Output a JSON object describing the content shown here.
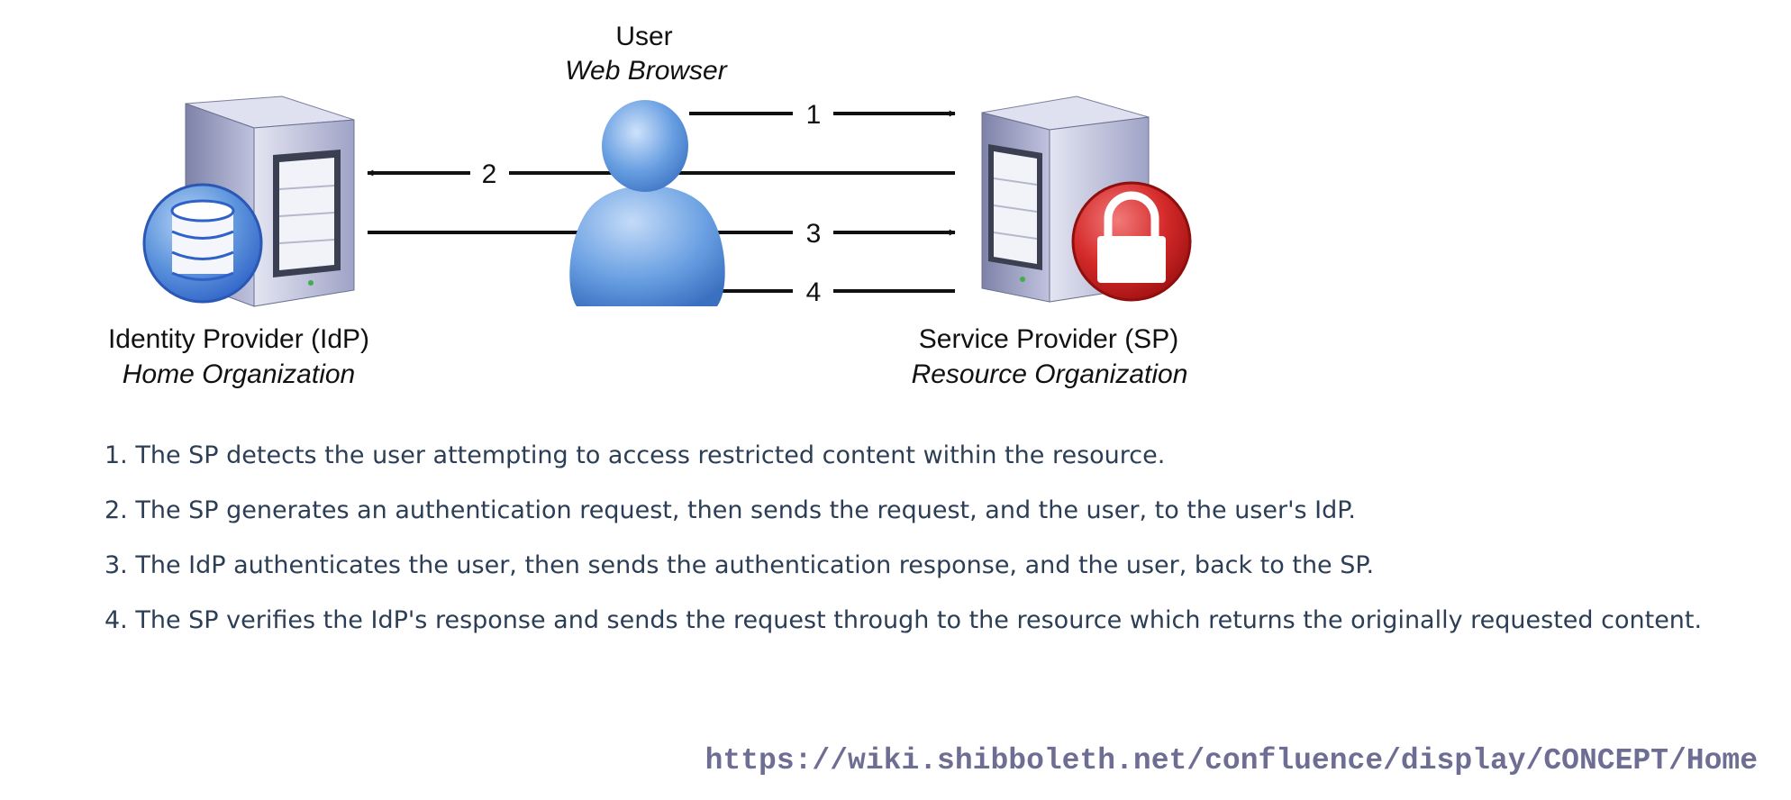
{
  "diagram": {
    "user": {
      "title": "User",
      "subtitle": "Web Browser"
    },
    "idp": {
      "title": "Identity Provider (IdP)",
      "subtitle": "Home Organization"
    },
    "sp": {
      "title": "Service Provider (SP)",
      "subtitle": "Resource Organization"
    },
    "arrow_labels": [
      "1",
      "2",
      "3",
      "4"
    ]
  },
  "steps": [
    "1. The SP detects the user attempting to access restricted content within the resource.",
    "2. The SP generates an authentication request, then sends the request, and the user, to the user's IdP.",
    "3. The IdP authenticates the user, then sends the authentication response, and the user, back to the SP.",
    "4. The SP verifies the IdP's response and sends the request through to the resource which returns the originally requested content."
  ],
  "source_url": "https://wiki.shibboleth.net/confluence/display/CONCEPT/Home",
  "colors": {
    "server_body": "#c9cbe2",
    "server_dark": "#55596f",
    "database": "#2f62c8",
    "lock_badge": "#c81c1c",
    "user_figure": "#5b93dc",
    "step_text": "#2c3e55",
    "url_text": "#6e6e94",
    "arrow": "#111111"
  },
  "icons": [
    "idp-server-icon",
    "database-icon",
    "sp-server-icon",
    "lock-icon",
    "user-icon"
  ]
}
